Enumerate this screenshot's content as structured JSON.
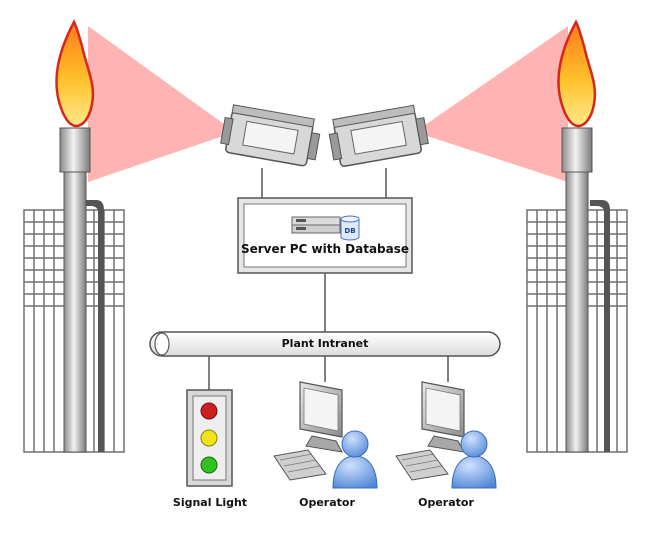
{
  "server": {
    "label": "Server PC with Database",
    "db_badge": "DB"
  },
  "network": {
    "label": "Plant Intranet"
  },
  "signal_light": {
    "label": "Signal Light",
    "lamps": [
      "red",
      "yellow",
      "green"
    ]
  },
  "operators": [
    {
      "label": "Operator"
    },
    {
      "label": "Operator"
    }
  ],
  "colors": {
    "flame_outer": "#e0401a",
    "flame_inner": "#ffd84a",
    "camera_beam": "#ff9a9a",
    "person": "#6fa5e8"
  },
  "icons": [
    "flare-stack-icon",
    "thermal-camera-icon",
    "server-icon",
    "database-icon",
    "monitor-icon",
    "keyboard-icon",
    "user-icon",
    "traffic-light-icon"
  ]
}
